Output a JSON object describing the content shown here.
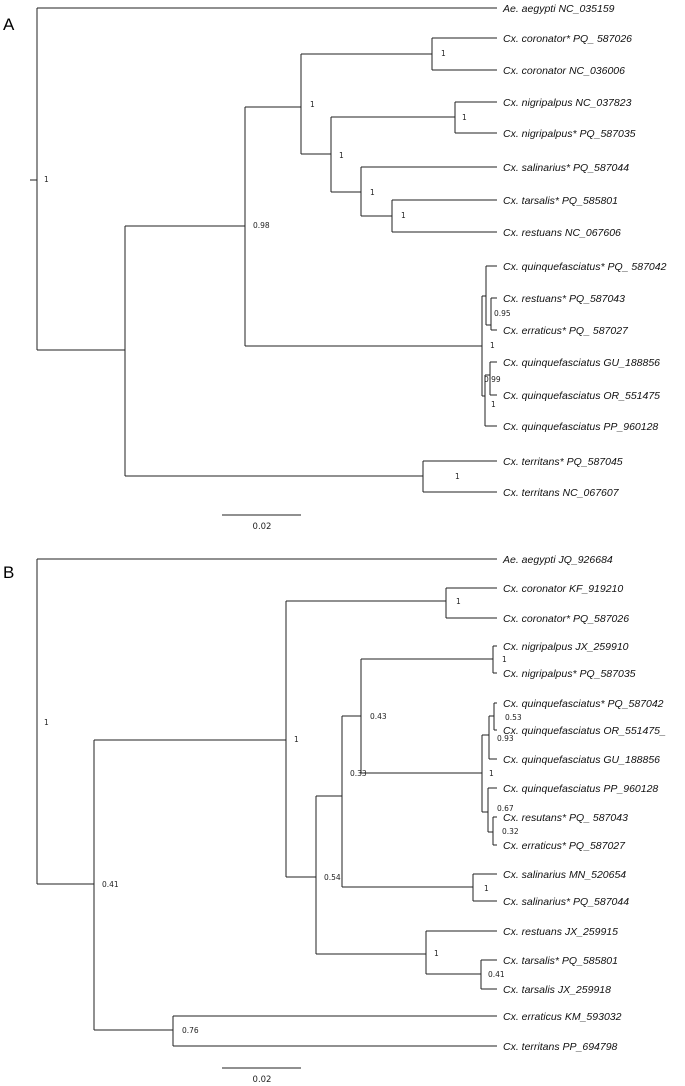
{
  "panels": [
    {
      "label": "A",
      "scale_bar": "0.02",
      "taxa": [
        "Ae. aegypti NC_035159",
        "Cx. coronator* PQ_ 587026",
        "Cx. coronator NC_036006",
        "Cx. nigripalpus NC_037823",
        "Cx. nigripalpus* PQ_587035",
        "Cx. salinarius* PQ_587044",
        "Cx. tarsalis* PQ_585801",
        "Cx. restuans NC_067606",
        "Cx. quinquefasciatus* PQ_ 587042",
        "Cx. restuans* PQ_587043",
        "Cx. erraticus* PQ_ 587027",
        "Cx. quinquefasciatus GU_188856",
        "Cx. quinquefasciatus OR_551475",
        "Cx. quinquefasciatus PP_960128",
        "Cx. territans* PQ_587045",
        "Cx. territans NC_067607"
      ],
      "supports": [
        "1",
        "1",
        "1",
        "1",
        "1",
        "1",
        "1",
        "0.98",
        "0.95",
        "1",
        "0.99",
        "1",
        "1"
      ]
    },
    {
      "label": "B",
      "scale_bar": "0.02",
      "taxa": [
        "Ae. aegypti JQ_926684",
        "Cx. coronator KF_919210",
        "Cx. coronator* PQ_587026",
        "Cx. nigripalpus JX_259910",
        "Cx. nigripalpus* PQ_587035",
        "Cx. quinquefasciatus* PQ_587042",
        "Cx. quinquefasciatus OR_551475_",
        "Cx. quinquefasciatus GU_188856",
        "Cx. quinquefasciatus PP_960128",
        "Cx. resutans* PQ_ 587043",
        "Cx. erraticus* PQ_587027",
        "Cx. salinarius MN_520654",
        "Cx. salinarius* PQ_587044",
        "Cx. restuans JX_259915",
        "Cx. tarsalis* PQ_585801",
        "Cx. tarsalis JX_259918",
        "Cx. erraticus KM_593032",
        "Cx. territans PP_694798"
      ],
      "supports": [
        "1",
        "1",
        "1",
        "0.43",
        "0.53",
        "0.93",
        "1",
        "0.67",
        "0.32",
        "0.33",
        "1",
        "0.54",
        "1",
        "1",
        "0.41",
        "0.76"
      ]
    }
  ]
}
